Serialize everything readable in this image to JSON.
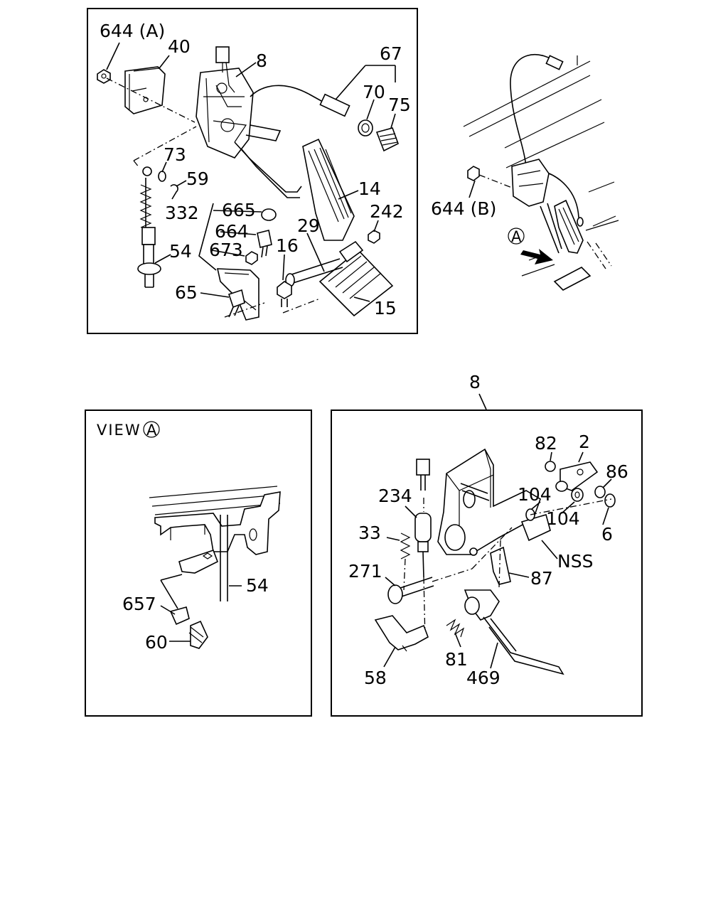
{
  "panels": {
    "main": {
      "labels": [
        "644 (A)",
        "40",
        "8",
        "67",
        "70",
        "75",
        "73",
        "59",
        "14",
        "332",
        "665",
        "664",
        "29",
        "242",
        "673",
        "16",
        "54",
        "65",
        "15"
      ]
    },
    "overview": {
      "labels": [
        "644 (B)"
      ],
      "view_marker": "A"
    },
    "view_a": {
      "title": "VIEW",
      "marker": "A",
      "labels": [
        "54",
        "657",
        "60"
      ]
    },
    "detail": {
      "ref": "8",
      "labels": [
        "82",
        "2",
        "86",
        "104",
        "104",
        "234",
        "33",
        "NSS",
        "6",
        "271",
        "87",
        "81",
        "58",
        "469"
      ]
    }
  }
}
